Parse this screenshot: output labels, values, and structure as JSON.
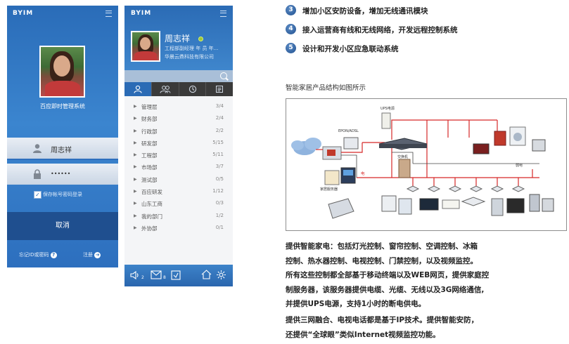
{
  "login_app": {
    "brand": "BYIM",
    "system_name": "百应即时管理系统",
    "username": "周志祥",
    "password_mask": "••••••",
    "remember_label": "保存帐号密码登录",
    "remember_checked": true,
    "cancel_label": "取消",
    "forgot_label": "忘记ID或密码",
    "register_label": "注册"
  },
  "main_app": {
    "brand": "BYIM",
    "user_name": "周志祥",
    "department": "工程部副经理  年 员  年...",
    "company": "华晨云鼎科技有限公司",
    "tabs": [
      {
        "icon": "person-icon"
      },
      {
        "icon": "group-icon"
      },
      {
        "icon": "history-icon"
      },
      {
        "icon": "notes-icon"
      }
    ],
    "groups": [
      {
        "name": "管理层",
        "count": "3/4"
      },
      {
        "name": "财务部",
        "count": "2/4"
      },
      {
        "name": "行政部",
        "count": "2/2"
      },
      {
        "name": "研发部",
        "count": "5/15"
      },
      {
        "name": "工程部",
        "count": "5/11"
      },
      {
        "name": "市场部",
        "count": "3/7"
      },
      {
        "name": "测试部",
        "count": "0/5"
      },
      {
        "name": "百应研发",
        "count": "1/12"
      },
      {
        "name": "山东工商",
        "count": "0/3"
      },
      {
        "name": "我的部门",
        "count": "1/2"
      },
      {
        "name": "外协部",
        "count": "0/1"
      }
    ],
    "bottom_bar": {
      "volume_count": "2",
      "mail_count": "8"
    }
  },
  "features": [
    {
      "num": "3",
      "text": "增加小区安防设备，增加无线通讯模块"
    },
    {
      "num": "4",
      "text": "接入运营商有线和无线网络，开发远程控制系统"
    },
    {
      "num": "5",
      "text": "设计和开发小区应急联动系统"
    }
  ],
  "diagram_title": "智能家居产品结构如图所示",
  "diagram": {
    "labels": {
      "ups": "UPS电源",
      "router": "EPON/ADSL",
      "switch": "交换机",
      "home_server": "家居服务器",
      "electricity": "电",
      "weak_current": "弱电"
    }
  },
  "paragraph1": [
    "提供智能家电：包括灯光控制、窗帘控制、空调控制、冰箱",
    "控制、热水器控制、电视控制、门禁控制，以及视频监控。",
    "所有这些控制都全部基于移动终端以及WEB网页，提供家庭控",
    "制服务器，该服务器提供电缆、光缆、无线以及3G网络通信,",
    "并提供UPS电源，支持1小时的断电供电。"
  ],
  "paragraph2": [
    "提供三网融合、电视电话都是基于IP技术。提供智能安防，",
    "还提供“全球眼”类似Internet视频监控功能。"
  ]
}
